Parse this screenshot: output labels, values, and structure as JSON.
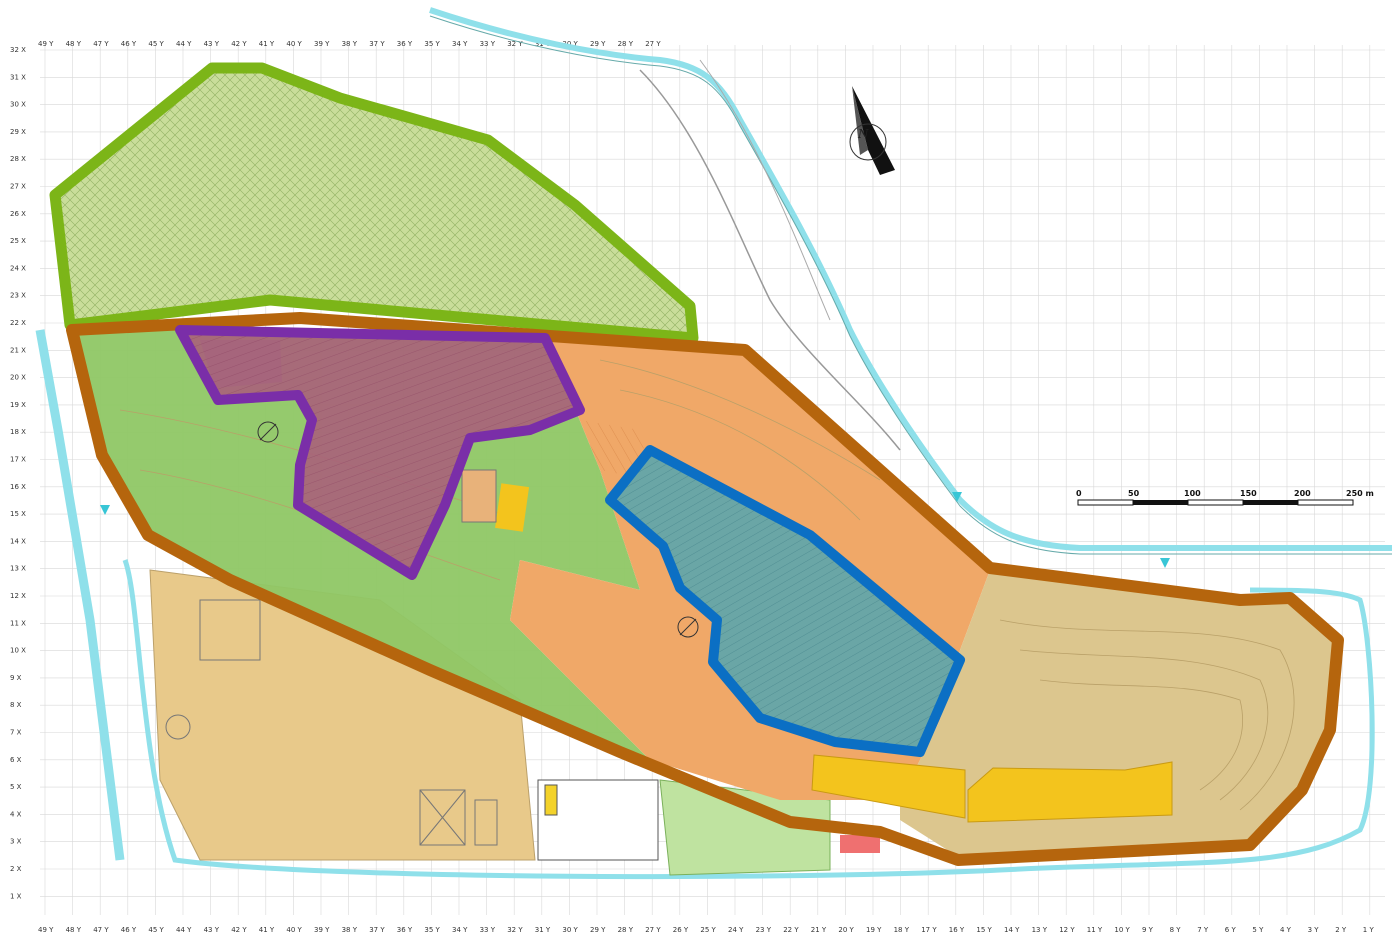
{
  "map": {
    "north_label": "N",
    "scale_bar": {
      "ticks": [
        "0",
        "50",
        "100",
        "150",
        "200",
        "250 m"
      ]
    },
    "grid": {
      "left_labels": [
        "32 X",
        "31 X",
        "30 X",
        "29 X",
        "28 X",
        "27 X",
        "26 X",
        "25 X",
        "24 X",
        "23 X",
        "22 X",
        "21 X",
        "20 X",
        "19 X",
        "18 X",
        "17 X",
        "16 X",
        "15 X",
        "14 X",
        "13 X",
        "12 X",
        "11 X",
        "10 X",
        "9 X",
        "8 X",
        "7 X",
        "6 X",
        "5 X",
        "4 X",
        "3 X",
        "2 X",
        "1 X"
      ],
      "bottom_labels": [
        "49 Y",
        "48 Y",
        "47 Y",
        "46 Y",
        "45 Y",
        "44 Y",
        "43 Y",
        "42 Y",
        "41 Y",
        "40 Y",
        "39 Y",
        "38 Y",
        "37 Y",
        "36 Y",
        "35 Y",
        "34 Y",
        "33 Y",
        "32 Y",
        "31 Y",
        "30 Y",
        "29 Y",
        "28 Y",
        "27 Y",
        "26 Y",
        "25 Y",
        "24 Y",
        "23 Y",
        "22 Y",
        "21 Y",
        "20 Y",
        "19 Y",
        "18 Y",
        "17 Y",
        "16 Y",
        "15 Y",
        "14 Y",
        "13 Y",
        "12 Y",
        "11 Y",
        "10 Y",
        "9 Y",
        "8 Y",
        "7 Y",
        "6 Y",
        "5 Y",
        "4 Y",
        "3 Y",
        "2 Y",
        "1 Y"
      ],
      "top_labels": [
        "49 Y",
        "48 Y",
        "47 Y",
        "46 Y",
        "45 Y",
        "44 Y",
        "43 Y",
        "42 Y",
        "41 Y",
        "40 Y",
        "39 Y",
        "38 Y",
        "37 Y",
        "36 Y",
        "35 Y",
        "34 Y",
        "33 Y",
        "32 Y",
        "31 Y",
        "30 Y",
        "29 Y",
        "28 Y",
        "27 Y"
      ]
    },
    "zone_colors": {
      "green_boundary": "#7cb518",
      "brown_boundary": "#b5650d",
      "purple_boundary": "#7a2ea8",
      "blue_boundary": "#0b6fc4",
      "orange_fill": "#f0a868",
      "green_fill": "#8fc765",
      "purple_fill": "#a8607a",
      "blue_fill": "#6aa6a6",
      "tan_fill": "#dcc68e",
      "yellow_fill": "#f3c41d",
      "water": "#8fe0ea"
    }
  }
}
